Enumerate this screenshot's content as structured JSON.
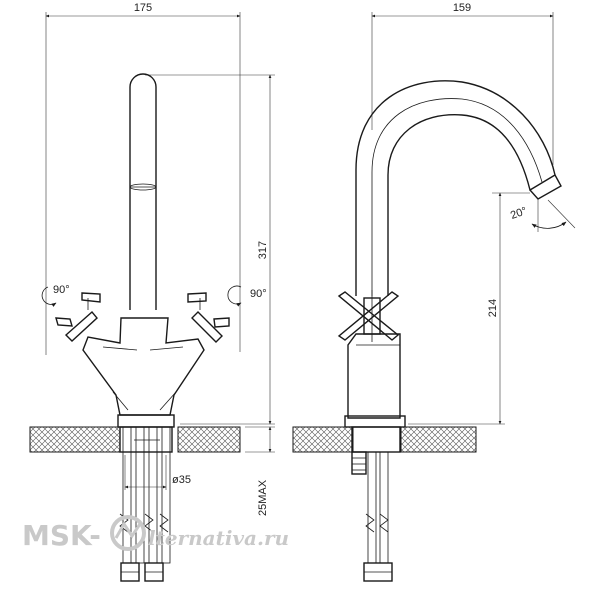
{
  "front_view": {
    "width_dim": "175",
    "height_dim": "317",
    "handle_rotation_left": "90°",
    "handle_rotation_right": "90°",
    "pipe_diameter": "ø35",
    "max_thickness": "25MAX"
  },
  "side_view": {
    "reach_dim": "159",
    "spout_height_dim": "214",
    "spout_angle": "20°"
  },
  "watermark": {
    "prefix": "MSK-",
    "suffix": "lternativa.ru"
  },
  "colors": {
    "line": "#1a1a1a",
    "watermark": "#c9c9c9"
  }
}
